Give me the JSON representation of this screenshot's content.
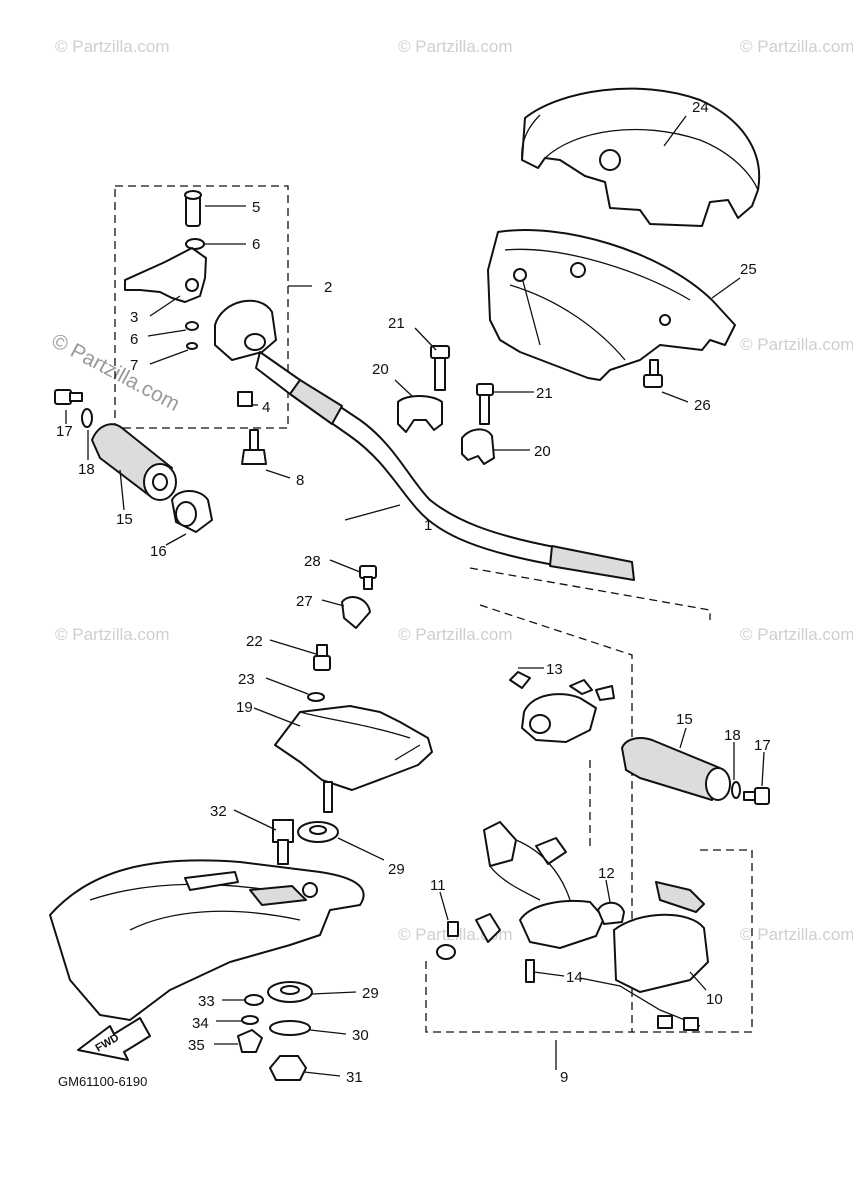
{
  "watermark": {
    "text": "© Partzilla.com",
    "prominent": "© Partzilla.com"
  },
  "diagram_code": "GM61100-6190",
  "fwd_label": "FWD",
  "callouts": [
    "1",
    "2",
    "3",
    "4",
    "5",
    "6",
    "6",
    "7",
    "8",
    "9",
    "10",
    "11",
    "12",
    "13",
    "14",
    "15",
    "15",
    "16",
    "17",
    "17",
    "18",
    "18",
    "19",
    "20",
    "20",
    "21",
    "21",
    "22",
    "23",
    "24",
    "25",
    "26",
    "27",
    "28",
    "29",
    "29",
    "30",
    "31",
    "32",
    "33",
    "34",
    "35"
  ]
}
